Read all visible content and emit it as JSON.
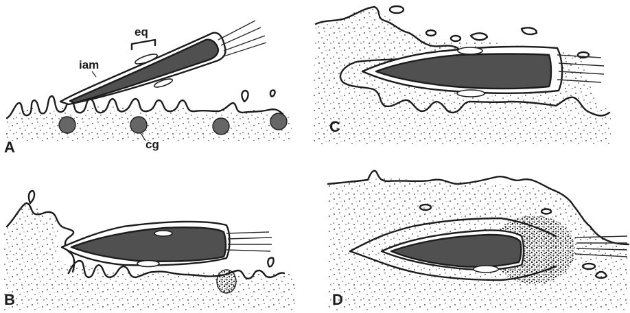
{
  "panels": [
    {
      "letter": "A"
    },
    {
      "letter": "B"
    },
    {
      "letter": "C"
    },
    {
      "letter": "D"
    }
  ],
  "labels": {
    "eq": "eq",
    "iam": "iam",
    "cg": "cg"
  },
  "colors": {
    "ink": "#1c1c1c",
    "sperm_head": "#505050",
    "granule": "#666666",
    "background": "#ffffff"
  }
}
